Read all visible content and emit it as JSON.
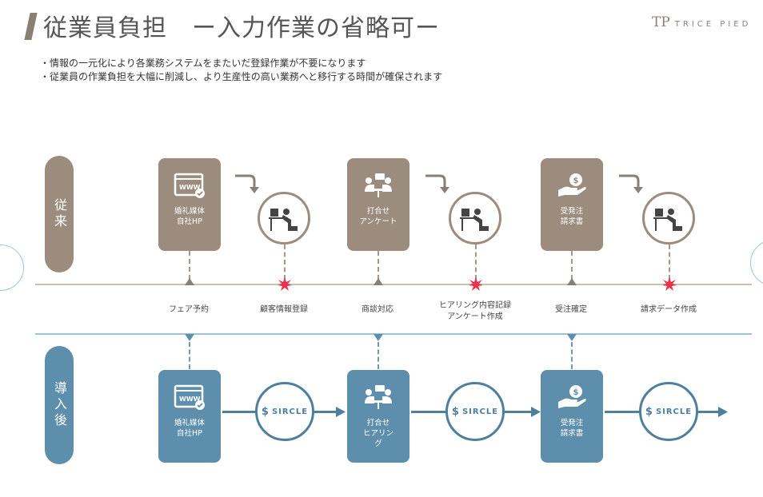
{
  "title": "従業員負担　ー入力作業の省略可ー",
  "logo": {
    "mark": "TP",
    "text": "TRICE PIED"
  },
  "bullets": [
    "・情報の一元化により各業務システムをまたいだ登録作業が不要になります",
    "・従業員の作業負担を大幅に削減し、より生産性の高い業務へと移行する時間が確保されます"
  ],
  "rows": {
    "before": "従来",
    "after": "導入後"
  },
  "before_boxes": [
    {
      "icon": "website-icon",
      "label": "婚礼媒体\n自社HP"
    },
    {
      "icon": "meeting-icon",
      "label": "打合せ\nアンケート"
    },
    {
      "icon": "money-hand-icon",
      "label": "受発注\n請求書"
    }
  ],
  "after_boxes": [
    {
      "icon": "website-icon",
      "label": "婚礼媒体\n自社HP"
    },
    {
      "icon": "meeting-icon",
      "label": "打合せ\nヒアリン\nグ"
    },
    {
      "icon": "money-hand-icon",
      "label": "受発注\n請求書"
    }
  ],
  "steps": [
    "フェア予約",
    "顧客情報登録",
    "商談対応",
    "ヒアリング内容記録\nアンケート作成",
    "受注確定",
    "請求データ作成"
  ],
  "sircle": "SIRCLE",
  "colors": {
    "brown": "#9c8c7d",
    "blue": "#5d8eab",
    "alert": "#e8334a"
  }
}
